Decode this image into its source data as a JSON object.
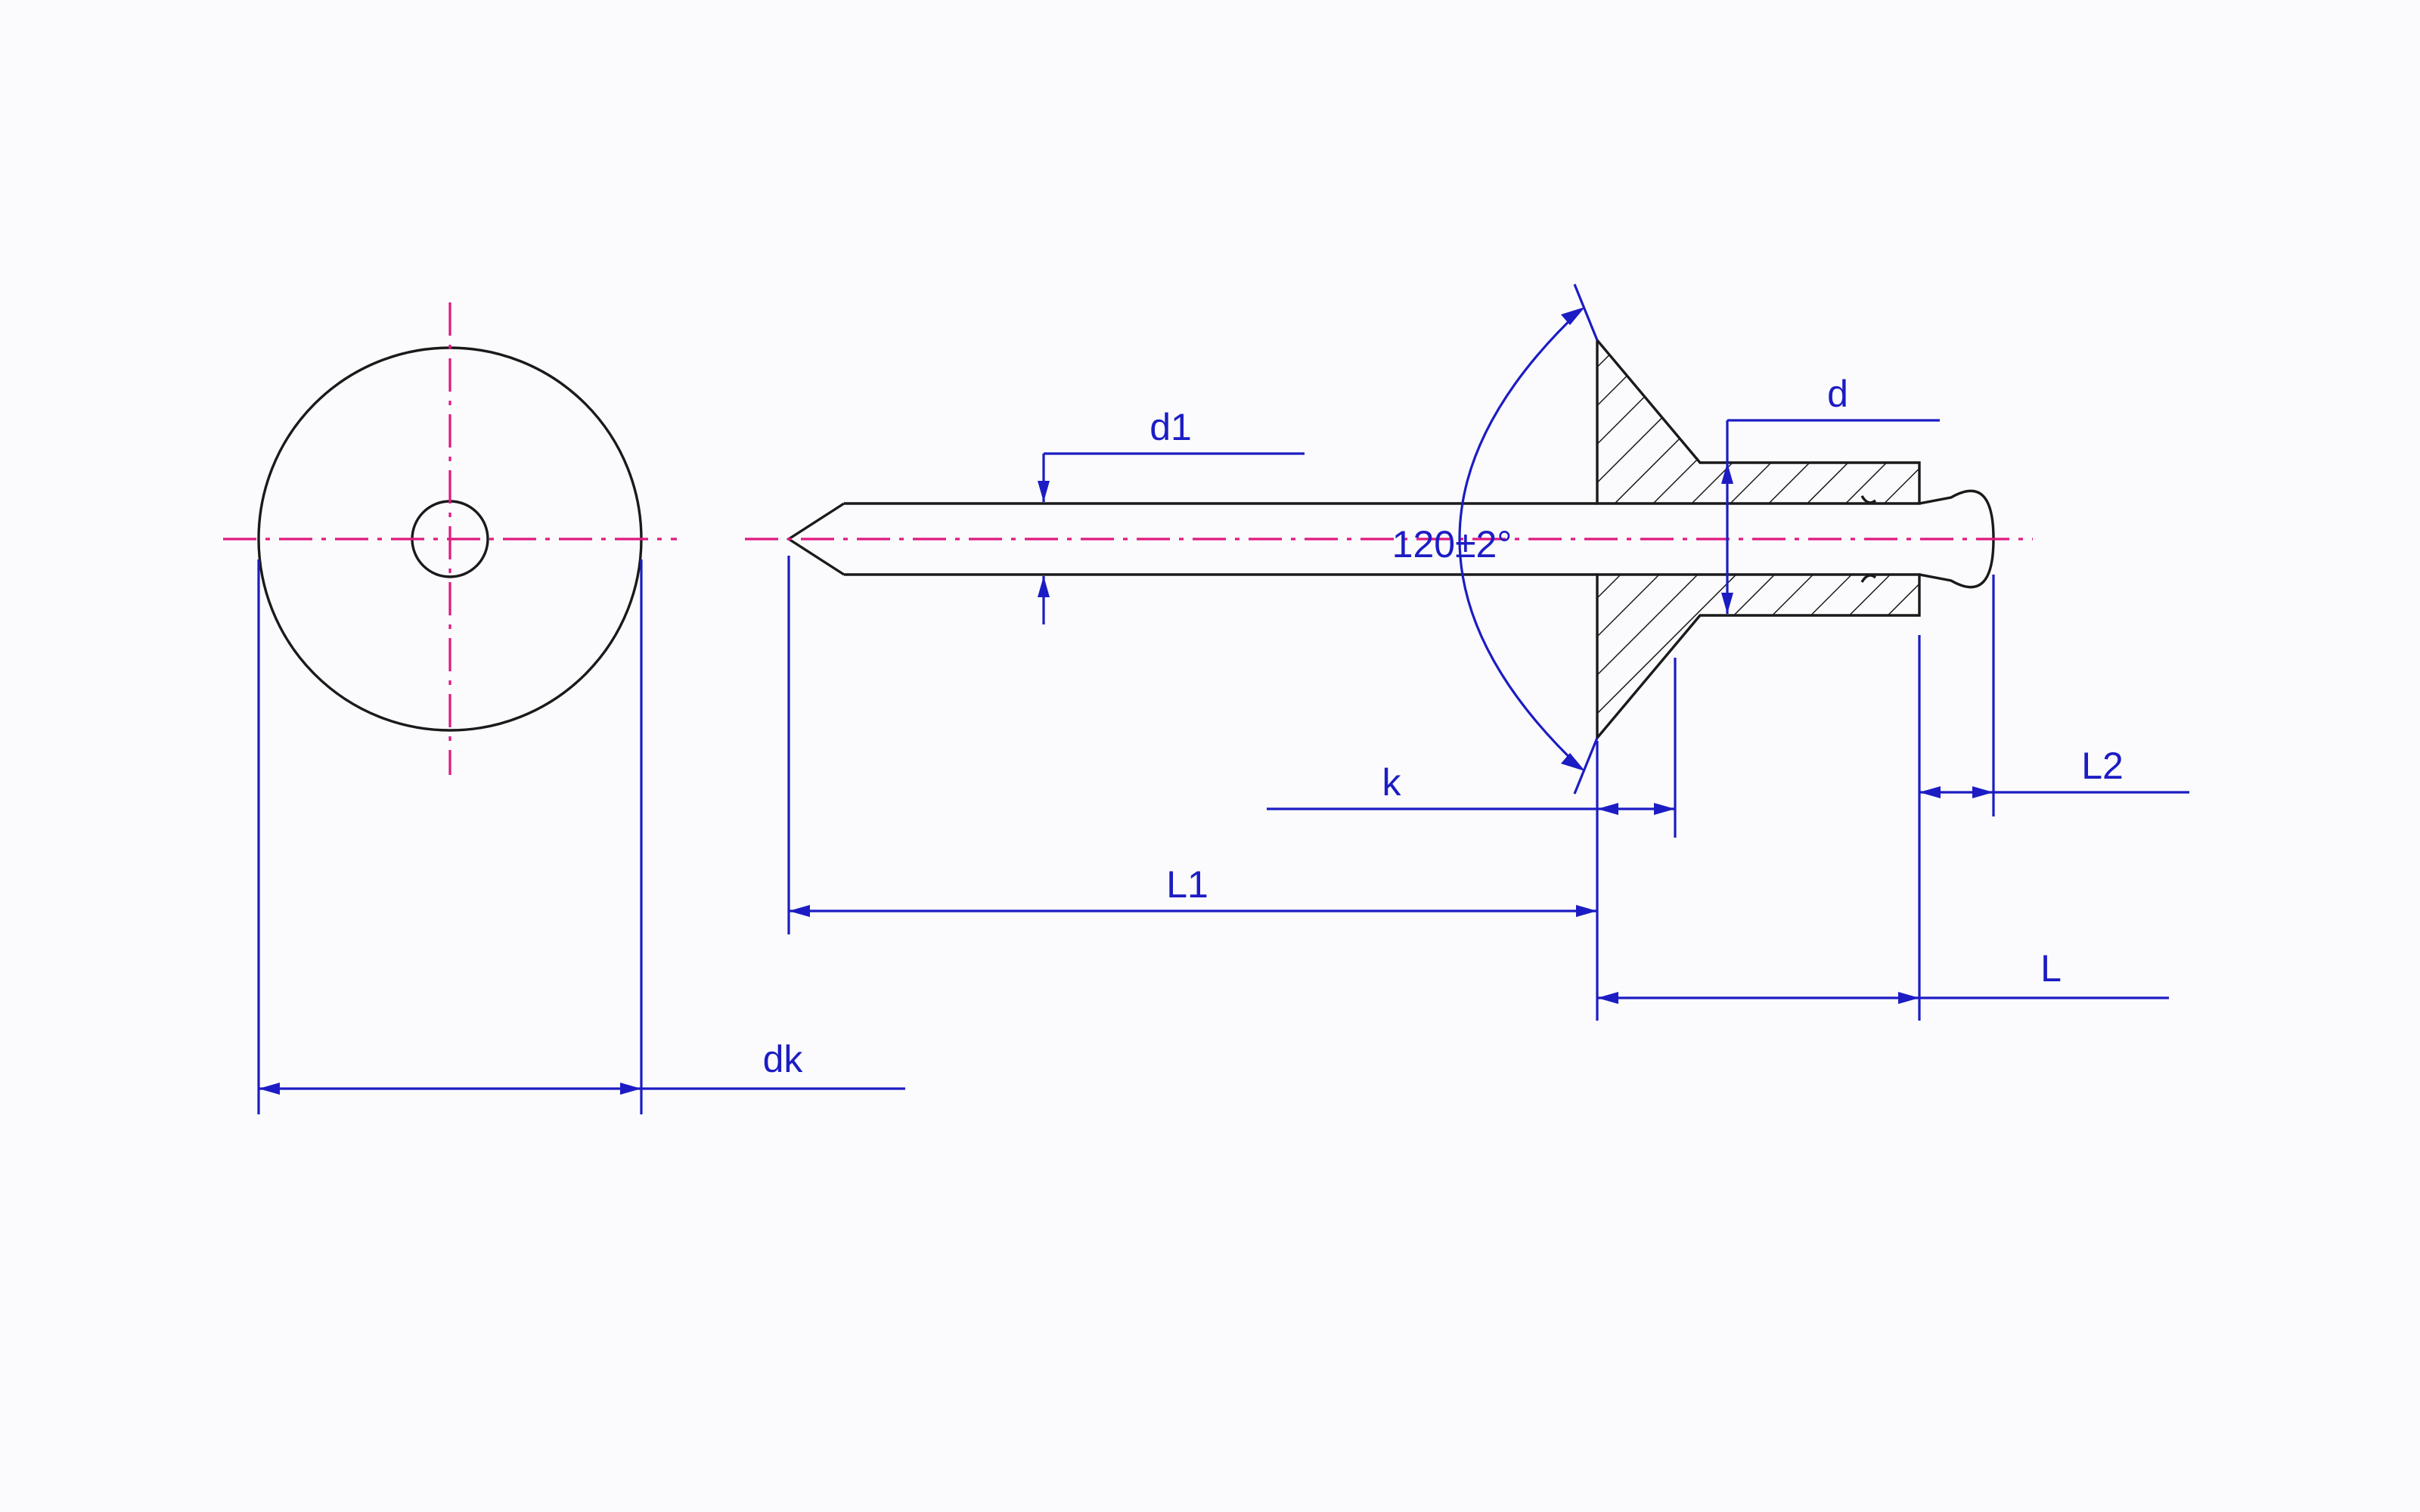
{
  "colors": {
    "outline": "#1a1a1a",
    "center_line": "#e0187f",
    "dimension": "#1c1cc4",
    "background": "#fbfbfd"
  },
  "labels": {
    "d1": "d1",
    "d": "d",
    "angle": "120±2°",
    "k": "k",
    "L1": "L1",
    "L2": "L2",
    "L": "L",
    "dk": "dk"
  }
}
